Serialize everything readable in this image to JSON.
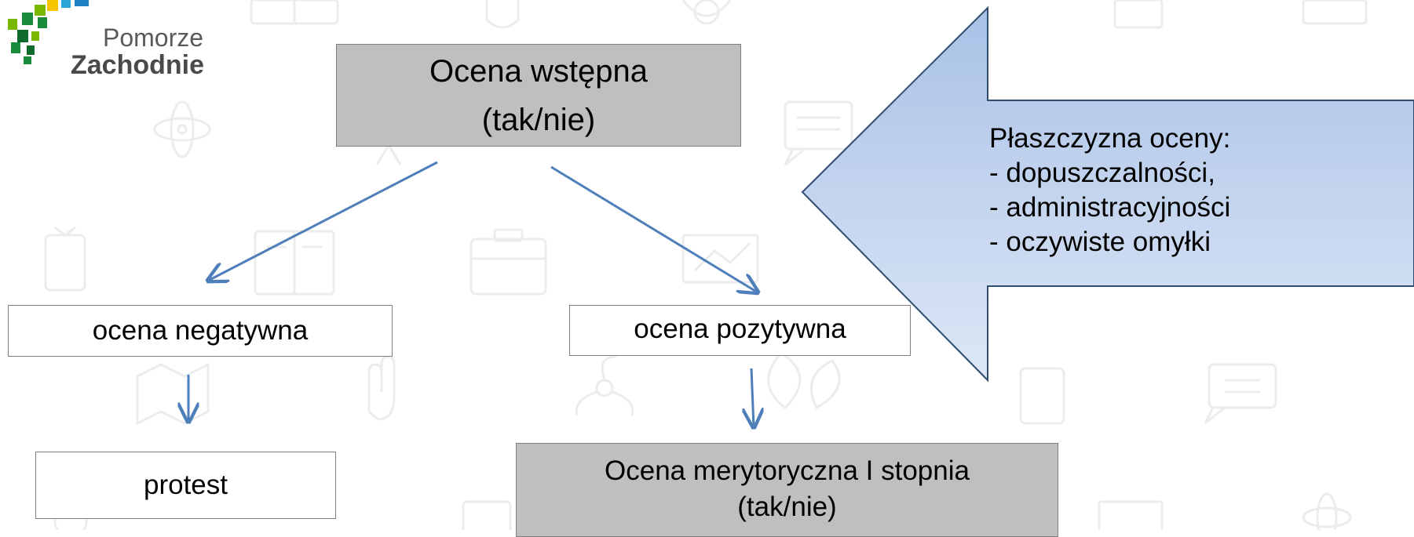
{
  "logo": {
    "line1": "Pomorze",
    "line2": "Zachodnie"
  },
  "diagram": {
    "initial": {
      "line1": "Ocena wstępna",
      "line2": "(tak/nie)"
    },
    "negative": "ocena negatywna",
    "positive": "ocena pozytywna",
    "protest": "protest",
    "merit": {
      "line1": "Ocena merytoryczna I stopnia",
      "line2": "(tak/nie)"
    }
  },
  "callout": {
    "heading": "Płaszczyzna oceny:",
    "items": [
      "- dopuszczalności,",
      "- administracyjności",
      "- oczywiste omyłki"
    ]
  },
  "colors": {
    "grey_box": "#bfbfbf",
    "arrow": "#4f7fba",
    "callout_fill_top": "#a9c1e6",
    "callout_fill_bottom": "#dde7f6",
    "callout_stroke": "#2e4d70",
    "watermark": "#eeeeee"
  },
  "background_icons": [
    "tv-icon",
    "book-icon",
    "hand-icon",
    "leaf-icon",
    "atom-icon",
    "chat-icon",
    "briefcase-icon",
    "presentation-icon",
    "tower-icon",
    "map-icon",
    "award-icon"
  ]
}
